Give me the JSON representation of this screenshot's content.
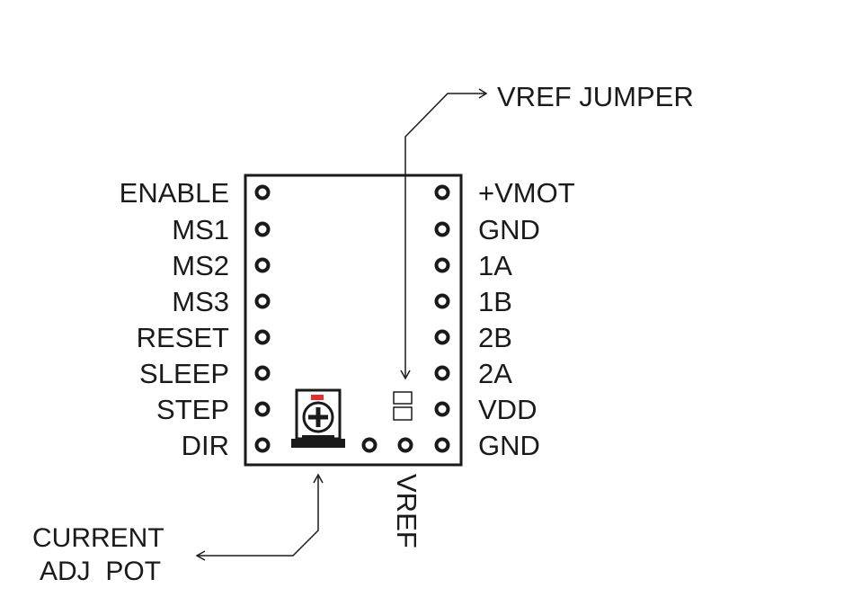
{
  "left_pins": [
    "ENABLE",
    "MS1",
    "MS2",
    "MS3",
    "RESET",
    "SLEEP",
    "STEP",
    "DIR"
  ],
  "right_pins": [
    "+VMOT",
    "GND",
    "1A",
    "1B",
    "2B",
    "2A",
    "VDD",
    "GND"
  ],
  "bottom_label": "VREF",
  "callouts": {
    "jumper": "VREF JUMPER",
    "pot_line1": "CURRENT",
    "pot_line2": "ADJ  POT"
  },
  "colors": {
    "ink": "#1a1a1a",
    "pot_marker": "#e03030"
  }
}
